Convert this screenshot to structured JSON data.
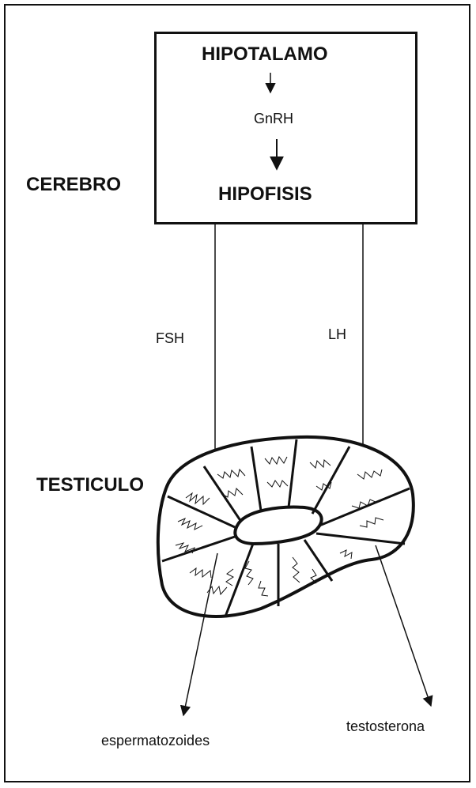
{
  "diagram": {
    "brain_box": {
      "top": "HIPOTALAMO",
      "middle": "GnRH",
      "bottom": "HIPOFISIS"
    },
    "labels": {
      "brain": "CEREBRO",
      "testis": "TESTICULO",
      "fsh": "FSH",
      "lh": "LH",
      "sperm": "espermatozoides",
      "testosterone": "testosterona"
    }
  }
}
